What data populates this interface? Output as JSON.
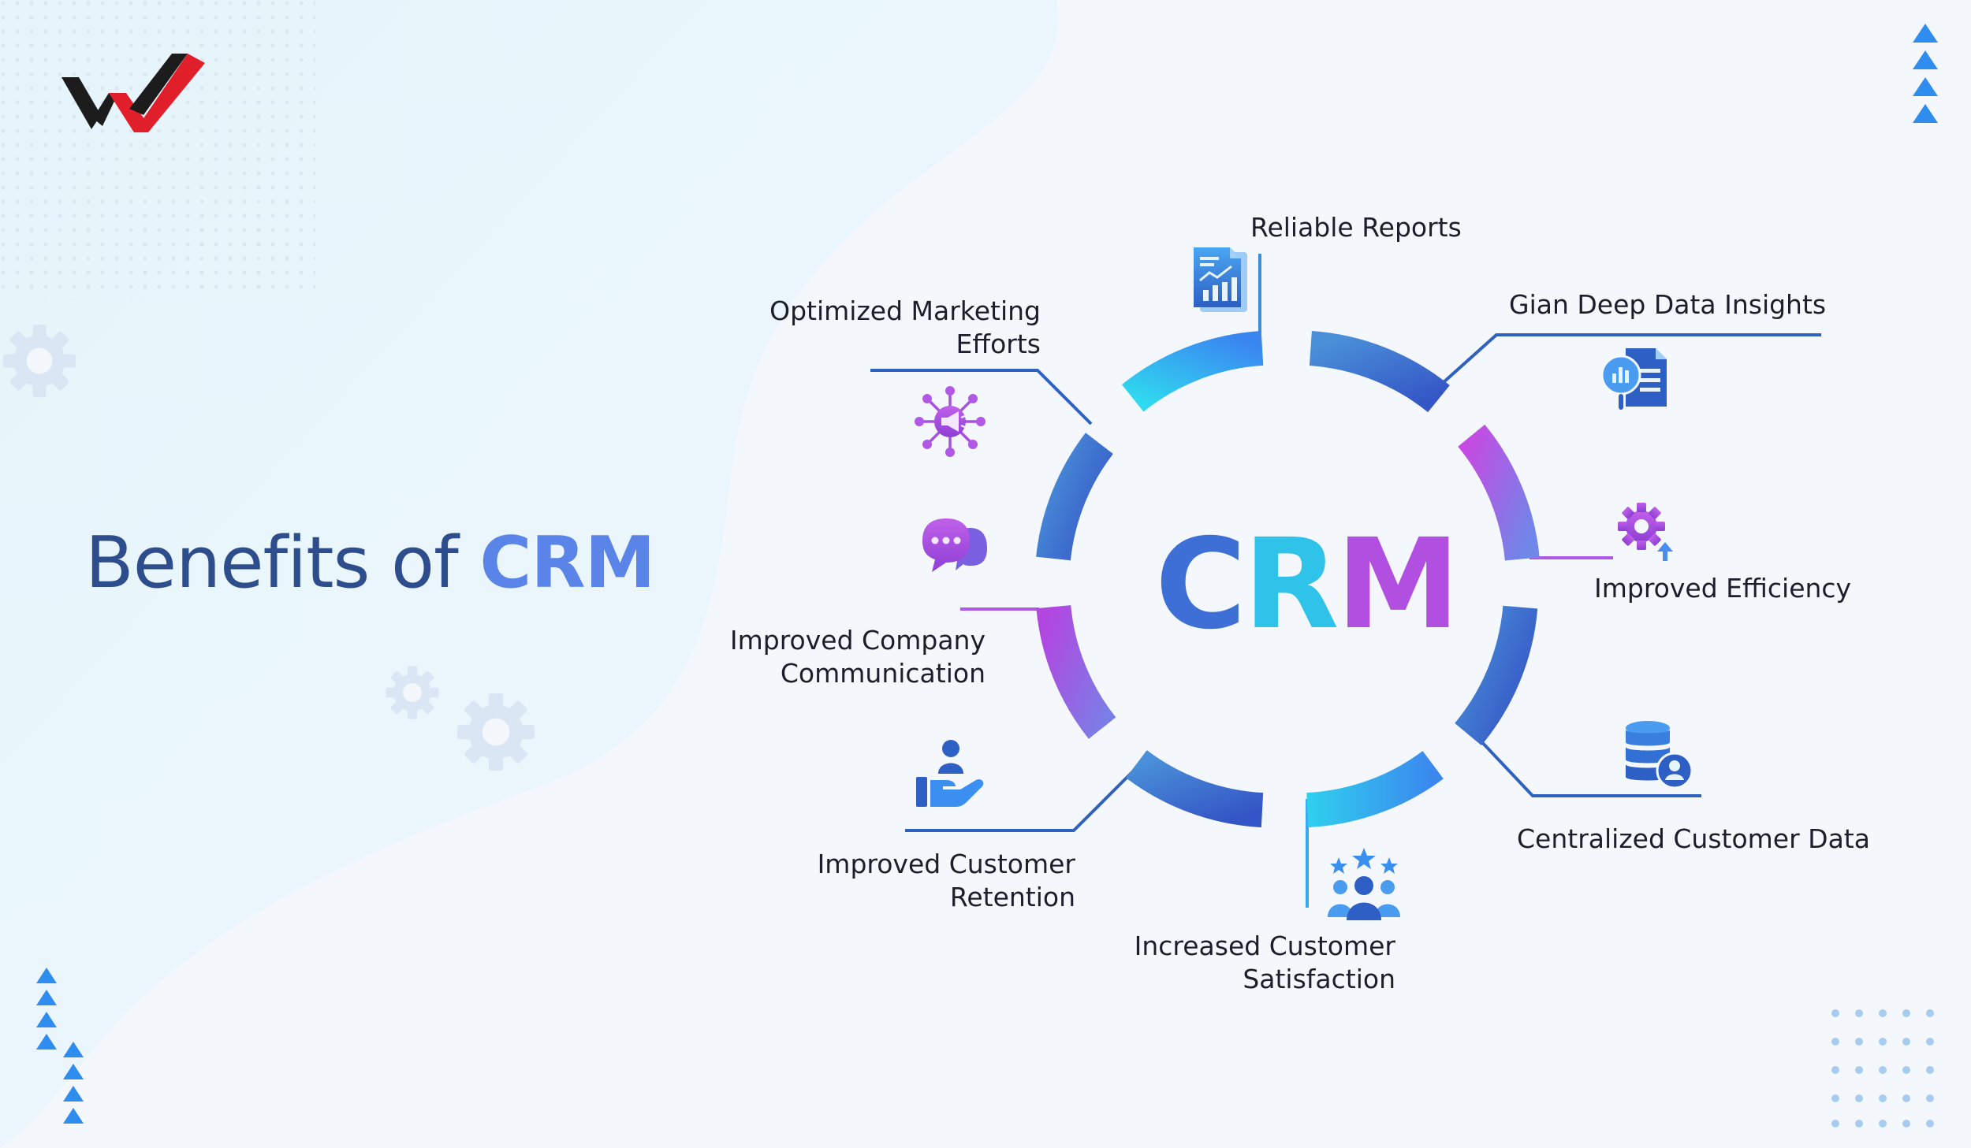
{
  "title": {
    "prefix": "Benefits of",
    "highlight": "CRM"
  },
  "center": {
    "letters": [
      "C",
      "R",
      "M"
    ]
  },
  "benefits": [
    {
      "lines": [
        "Reliable Reports"
      ],
      "icon": "report-chart-icon"
    },
    {
      "lines": [
        "Gian Deep Data Insights"
      ],
      "icon": "data-insights-icon"
    },
    {
      "lines": [
        "Improved Efficiency"
      ],
      "icon": "gear-up-icon"
    },
    {
      "lines": [
        "Centralized Customer Data"
      ],
      "icon": "database-user-icon"
    },
    {
      "lines": [
        "Increased Customer",
        "Satisfaction"
      ],
      "icon": "team-stars-icon"
    },
    {
      "lines": [
        "Improved Customer",
        "Retention"
      ],
      "icon": "hand-user-icon"
    },
    {
      "lines": [
        "Improved Company",
        "Communication"
      ],
      "icon": "chat-bubbles-icon"
    },
    {
      "lines": [
        "Optimized Marketing",
        "Efforts"
      ],
      "icon": "megaphone-network-icon"
    }
  ],
  "colors": {
    "title_dark": "#2e4d8c",
    "title_accent": "#5a84e8",
    "crm_c": "#3d6fd6",
    "crm_r": "#2fc3ea",
    "crm_m": "#b14fe0",
    "connector_blue": "#3a6fc4",
    "connector_purple": "#b058e6",
    "logo_black": "#1c1c1c",
    "logo_red": "#e01f2a",
    "triangle_blue": "#2f8df0"
  }
}
